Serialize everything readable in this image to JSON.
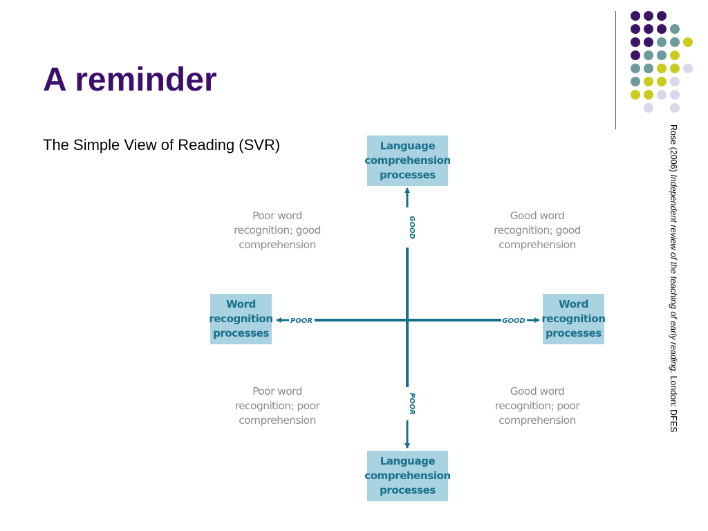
{
  "slide": {
    "title": "A reminder",
    "subtitle": "The Simple View of Reading (SVR)",
    "citation": {
      "prefix": "Rose (2006) ",
      "work": "Independent review of the teaching of early reading.",
      "suffix": " London: DFES"
    }
  },
  "diagram": {
    "top_box": [
      "Language",
      "comprehension",
      "processes"
    ],
    "bottom_box": [
      "Language",
      "comprehension",
      "processes"
    ],
    "left_box": [
      "Word",
      "recognition",
      "processes"
    ],
    "right_box": [
      "Word",
      "recognition",
      "processes"
    ],
    "axis_labels": {
      "up": "GOOD",
      "down": "POOR",
      "left": "POOR",
      "right": "GOOD"
    },
    "quadrants": {
      "top_left": [
        "Poor word",
        "recognition; good",
        "comprehension"
      ],
      "top_right": [
        "Good word",
        "recognition; good",
        "comprehension"
      ],
      "bottom_left": [
        "Poor word",
        "recognition; poor",
        "comprehension"
      ],
      "bottom_right": [
        "Good word",
        "recognition; poor",
        "comprehension"
      ]
    }
  },
  "decor": {
    "accent_color": "#3b0f6b",
    "diagram_color": "#17708c",
    "box_color": "#a9d3e0",
    "dot_colors": {
      "purple": "#3b1466",
      "teal": "#6d9a9a",
      "yellow": "#c9cc1f",
      "lavender": "#d8d8ea"
    }
  }
}
